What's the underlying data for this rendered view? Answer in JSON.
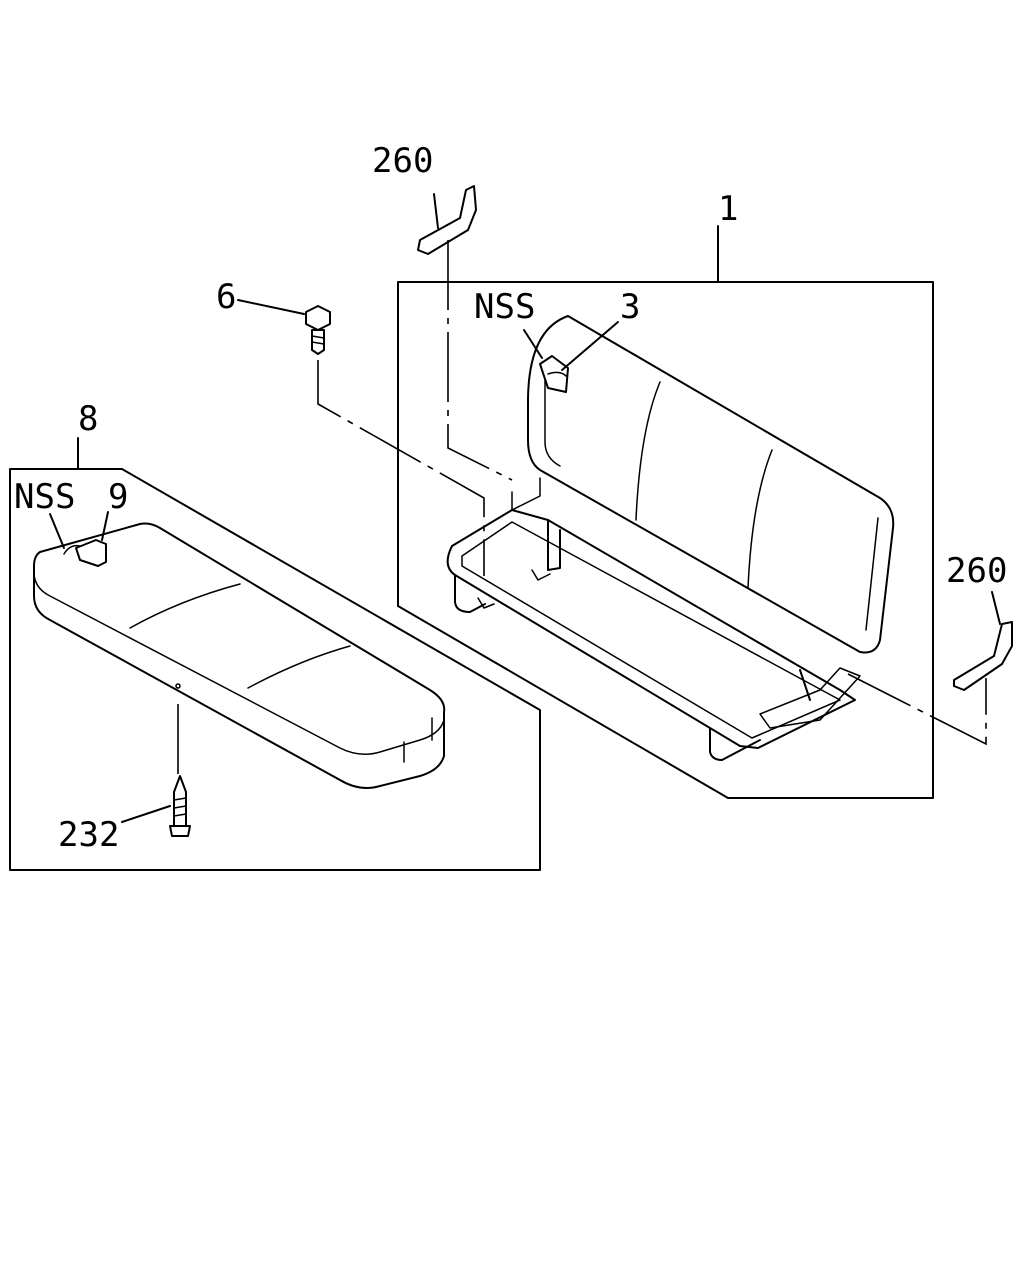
{
  "labels": {
    "part_260_top": "260",
    "part_1": "1",
    "part_6": "6",
    "part_nss_top": "NSS",
    "part_3": "3",
    "part_8": "8",
    "part_nss_left": "NSS",
    "part_9": "9",
    "part_260_right": "260",
    "part_232": "232"
  }
}
